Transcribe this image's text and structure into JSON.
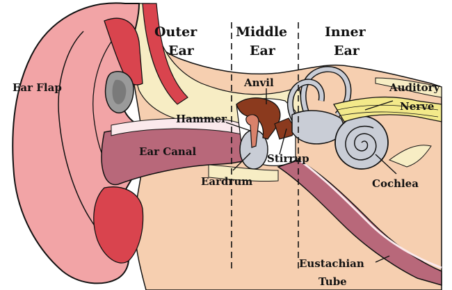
{
  "sections": {
    "outer": [
      "Outer",
      "Ear"
    ],
    "middle": [
      "Middle",
      "Ear"
    ],
    "inner": [
      "Inner",
      "Ear"
    ]
  },
  "labels": {
    "ear_flap": "Ear Flap",
    "hammer": "Hammer",
    "anvil": "Anvil",
    "auditory": [
      "Auditory",
      "Nerve"
    ],
    "ear_canal": "Ear Canal",
    "stirrup": "Stirrup",
    "eardrum": "Eardrum",
    "cochlea": "Cochlea",
    "eustachian": [
      "Eustachian",
      "Tube"
    ]
  },
  "colors": {
    "skin": "#f6cfb0",
    "ear_flap": "#f2a4a6",
    "cartilage": "#d9444e",
    "canal": "#b8687a",
    "ossicles": "#8b3a1e",
    "bone_cream": "#f7edc4",
    "inner_grey": "#c9cdd6",
    "nerve": "#f3e98a",
    "outline": "#111111"
  }
}
